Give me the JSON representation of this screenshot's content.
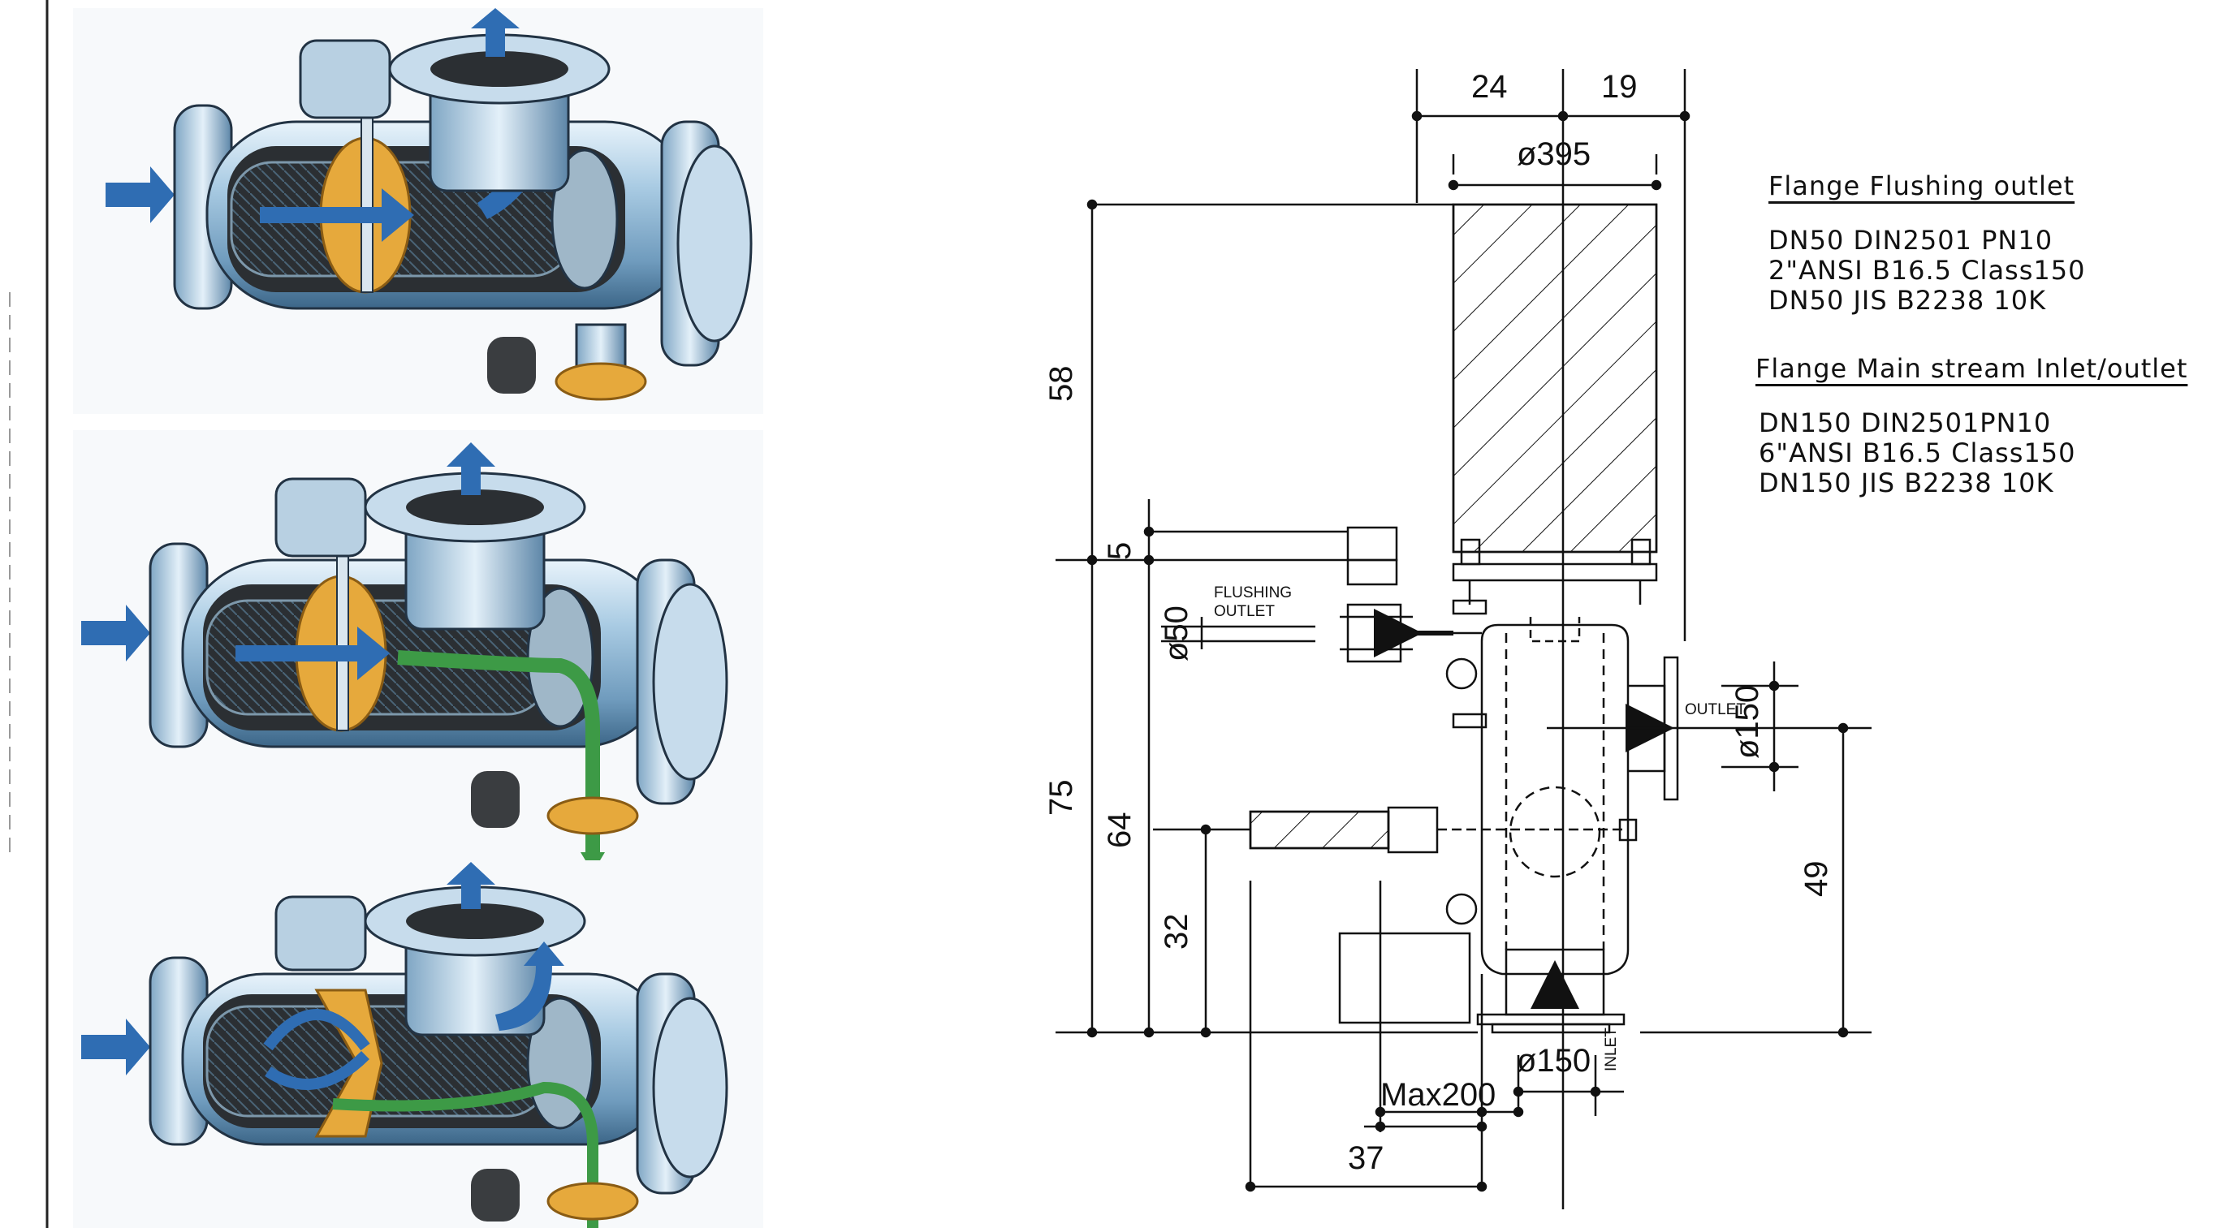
{
  "dimensions": {
    "top_left": "24",
    "top_right": "19",
    "cylinder_diameter": "ø395",
    "actuator_height": "58",
    "gap": "5",
    "flushing_diameter": "ø50",
    "overall_height": "75",
    "flushing_height": "64",
    "lower_height": "32",
    "outlet_diameter": "ø150",
    "outlet_height": "49",
    "inlet_diameter": "ø150",
    "max_clearance": "Max200",
    "offset": "37"
  },
  "labels": {
    "flushing_outlet_line1": "FLUSHING",
    "flushing_outlet_line2": "OUTLET",
    "outlet": "OUTLET",
    "inlet": "INLET"
  },
  "flange_flushing": {
    "title": "Flange  Flushing  outlet",
    "lines": [
      "DN50  DIN2501  PN10",
      "2\"ANSI  B16.5  Class150",
      "DN50  JIS  B2238  10K"
    ]
  },
  "flange_main": {
    "title": "Flange  Main  stream  Inlet/outlet",
    "lines": [
      "DN150  DIN2501PN10",
      "6\"ANSI  B16.5  Class150",
      "DN150  JIS  B2238  10K"
    ]
  },
  "colors": {
    "body_blue": "#a9cbe3",
    "flow_blue": "#2f6db3",
    "disc_orange": "#e6a93c",
    "flush_green": "#3d9a46",
    "line": "#111111"
  }
}
